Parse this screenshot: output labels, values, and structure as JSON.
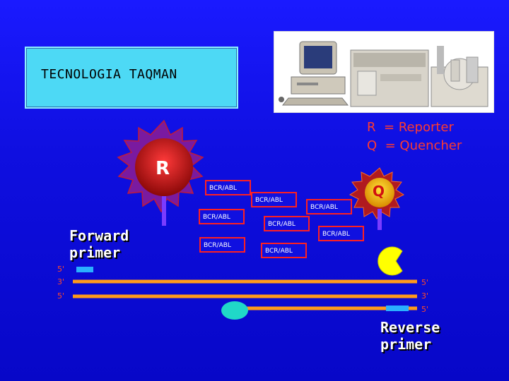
{
  "title": "TECNOLOGIA TAQMAN",
  "legend": {
    "reporter": "R  = Reporter",
    "quencher": "Q  = Quencher"
  },
  "reporter_letter": "R",
  "quencher_letter": "Q",
  "probe_fragments": [
    "BCR/ABL",
    "BCR/ABL",
    "BCR/ABL",
    "BCR/ABL",
    "BCR/ABL",
    "BCR/ABL",
    "BCR/ABL",
    "BCR/ABL"
  ],
  "forward_primer_label": [
    "Forward",
    "primer"
  ],
  "reverse_primer_label": [
    "Reverse",
    "primer"
  ],
  "strand_ends_left": [
    "5'",
    "3'",
    "5'"
  ],
  "strand_ends_right": [
    "5'",
    "3'",
    "5'"
  ],
  "colors": {
    "background": "#1010e0",
    "strand": "#ff9a1a",
    "reporter": "#c81010",
    "quencher": "#c02010",
    "probe_border": "#ff2020",
    "primer": "#2ab0ff",
    "linker": "#7a3cff",
    "polymerase": "#ffff00"
  }
}
